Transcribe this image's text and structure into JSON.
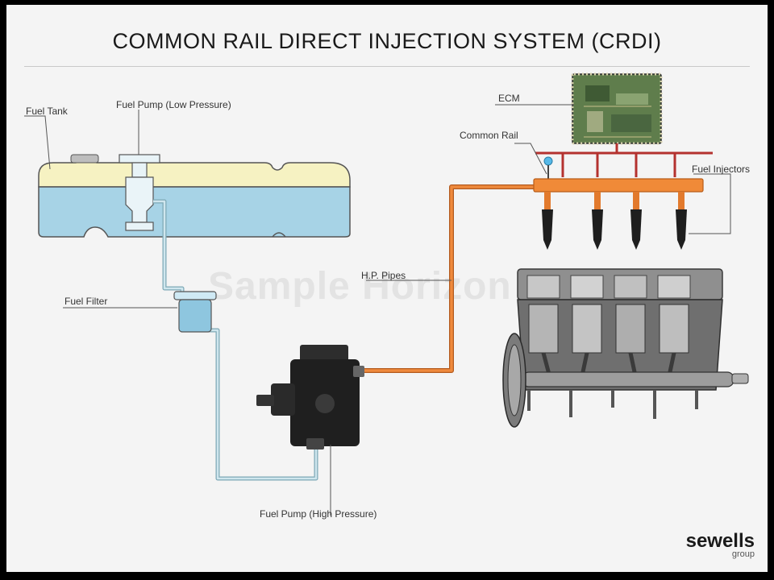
{
  "title": "COMMON RAIL DIRECT INJECTION SYSTEM (CRDI)",
  "labels": {
    "fuel_tank": "Fuel Tank",
    "fuel_pump_low": "Fuel Pump (Low Pressure)",
    "fuel_filter": "Fuel Filter",
    "fuel_pump_high": "Fuel Pump (High Pressure)",
    "hp_pipes": "H.P. Pipes",
    "ecm": "ECM",
    "common_rail": "Common Rail",
    "fuel_injectors": "Fuel Injectors"
  },
  "watermark": "Sample Horizon",
  "brand": {
    "name": "sewells",
    "sub": "group"
  },
  "colors": {
    "tank_liquid": "#a7d3e6",
    "tank_air": "#f6f2c2",
    "low_pressure_line": "#a7c9d4",
    "high_pressure_line": "#e5732b",
    "rail": "#f08a38",
    "ecm_wire": "#b4322f",
    "ecm_board": "#5f7d4c"
  }
}
